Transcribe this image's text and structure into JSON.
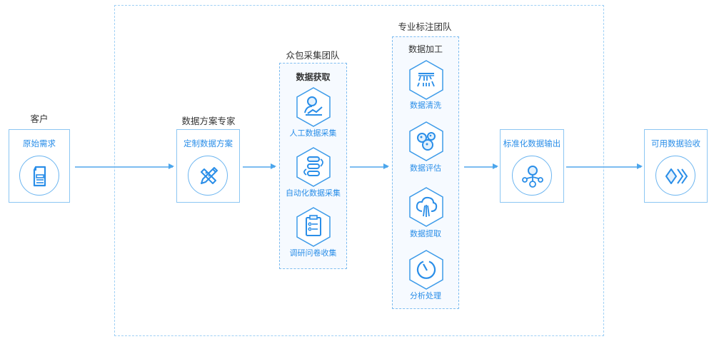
{
  "title": "数据服务流程",
  "colors": {
    "accent": "#2a8ee8",
    "line": "#7dbcf0",
    "group_bg": "#f6faff"
  },
  "stages": {
    "customer": {
      "label": "客户",
      "box_title": "原始需求",
      "icon": "document-icon"
    },
    "expert": {
      "label": "数据方案专家",
      "box_title": "定制数据方案",
      "icon": "pencil-ruler-icon"
    },
    "crowd": {
      "label": "众包采集团队",
      "group_title": "数据获取",
      "items": [
        {
          "label": "人工数据采集",
          "icon": "user-chart-icon"
        },
        {
          "label": "自动化数据采集",
          "icon": "database-cycle-icon"
        },
        {
          "label": "调研问卷收集",
          "icon": "clipboard-list-icon"
        }
      ]
    },
    "annotation": {
      "label": "专业标注团队",
      "group_title": "数据加工",
      "items": [
        {
          "label": "数据清洗",
          "icon": "shower-icon"
        },
        {
          "label": "数据评估",
          "icon": "bubbles-icon"
        },
        {
          "label": "数据提取",
          "icon": "cloud-extract-icon"
        },
        {
          "label": "分析处理",
          "icon": "timer-icon"
        }
      ]
    },
    "output": {
      "box_title": "标准化数据输出",
      "icon": "network-icon"
    },
    "acceptance": {
      "box_title": "可用数据验收",
      "icon": "chevrons-icon"
    }
  }
}
